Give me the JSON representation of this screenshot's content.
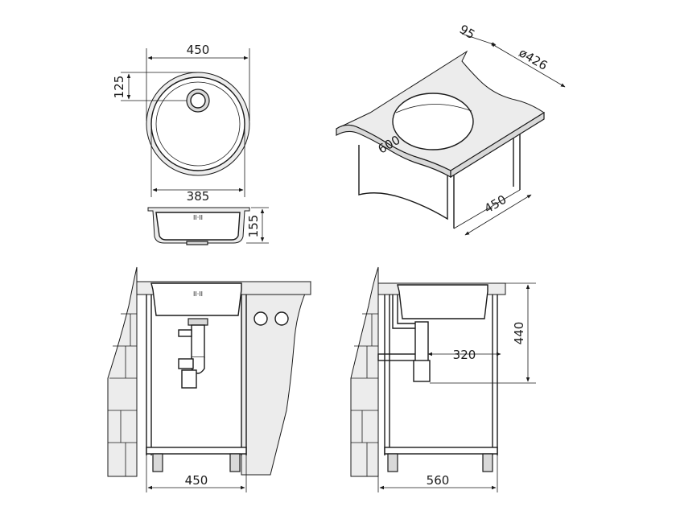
{
  "dimensions": {
    "top_width": "450",
    "drain_offset": "125",
    "bowl_width": "385",
    "depth": "155",
    "iso_edge": "95",
    "iso_diameter": "ø426",
    "iso_length": "600",
    "iso_width": "450",
    "front_width": "450",
    "side_width": "560",
    "side_drain": "320",
    "side_height": "440",
    "basin_marking": "II·II"
  },
  "colors": {
    "line": "#1a1a1a",
    "fill_light": "#ececec",
    "fill_mid": "#d9d9d9"
  }
}
